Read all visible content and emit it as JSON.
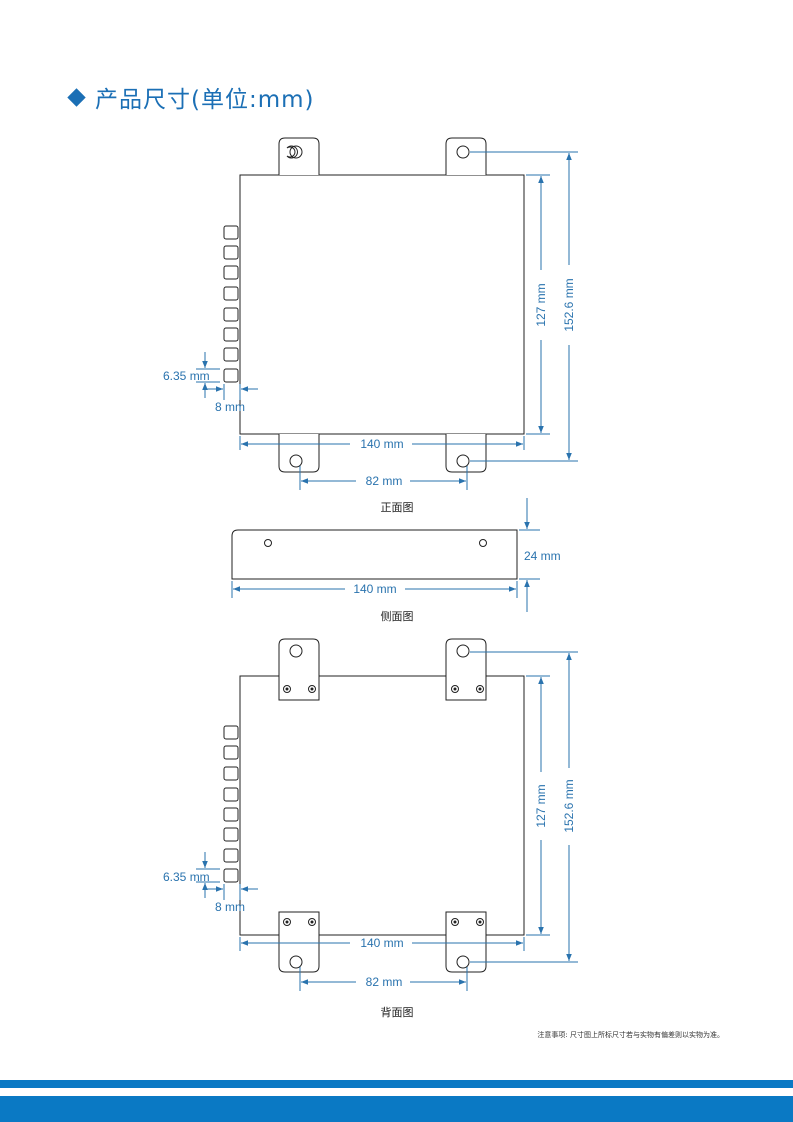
{
  "heading": {
    "title": "产品尺寸(单位:mm)"
  },
  "front_view": {
    "caption": "正面图",
    "dim_pitch": "6.35 mm",
    "dim_offset": "8 mm",
    "dim_width": "140 mm",
    "dim_mount": "82 mm",
    "dim_height": "127 mm",
    "dim_total": "152.6 mm"
  },
  "side_view": {
    "caption": "侧面图",
    "dim_width": "140 mm",
    "dim_depth": "24 mm"
  },
  "back_view": {
    "caption": "背面图",
    "dim_pitch": "6.35 mm",
    "dim_offset": "8 mm",
    "dim_width": "140 mm",
    "dim_mount": "82 mm",
    "dim_height": "127 mm",
    "dim_total": "152.6 mm"
  },
  "footnote": "注意事项: 尺寸图上所标尺寸若与实物有偏差则以实物为准。",
  "colors": {
    "accent": "#1b6fb5",
    "dimension": "#2a73ae",
    "stripe": "#0a79c4",
    "line": "#222222"
  }
}
